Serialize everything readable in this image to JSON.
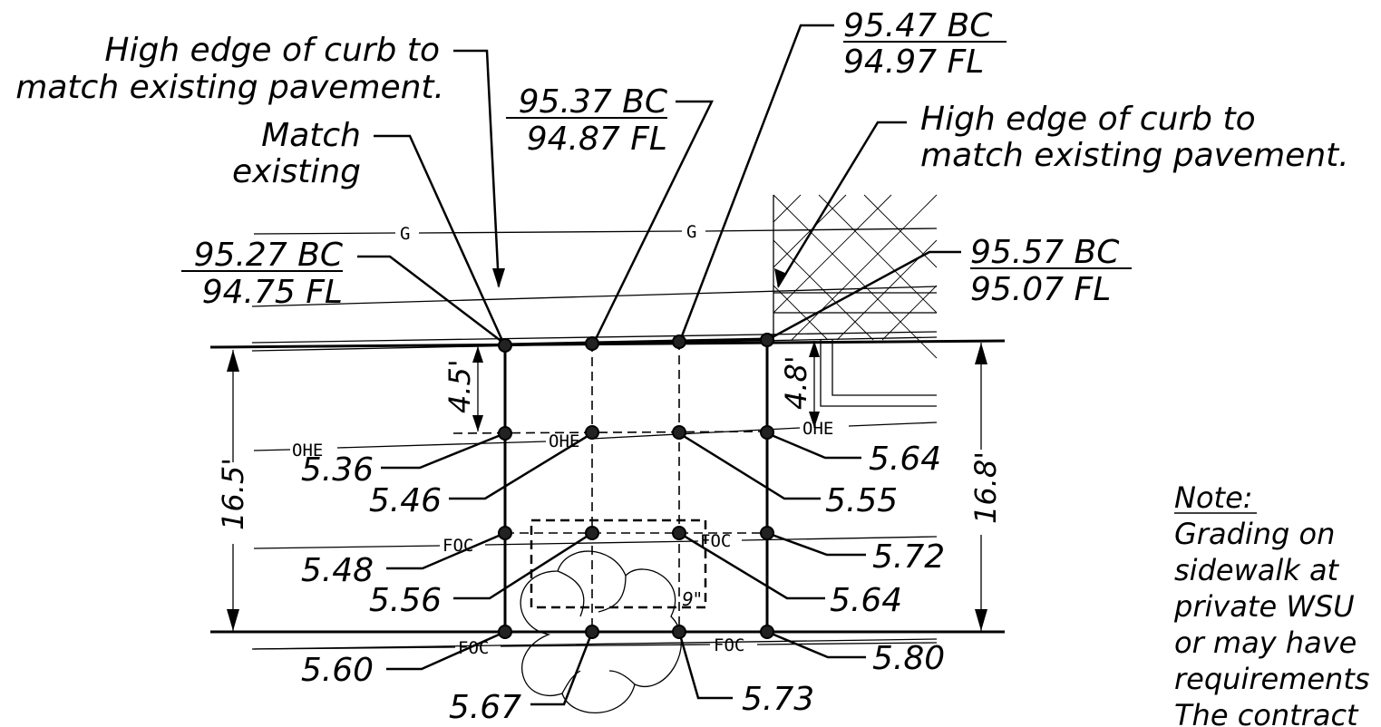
{
  "callouts": {
    "high_edge_left": [
      "High edge of curb to",
      "match existing pavement."
    ],
    "match_existing": [
      "Match",
      "existing"
    ],
    "high_edge_right": [
      "High edge of curb to",
      "match existing pavement."
    ]
  },
  "curb_labels": [
    {
      "bc": "95.27 BC",
      "fl": "94.75 FL"
    },
    {
      "bc": "95.37 BC",
      "fl": "94.87 FL"
    },
    {
      "bc": "95.47 BC",
      "fl": "94.97 FL"
    },
    {
      "bc": "95.57 BC",
      "fl": "95.07 FL"
    }
  ],
  "spot_elevations": {
    "row1": [
      "5.36",
      "5.46",
      "5.55",
      "5.64"
    ],
    "row2": [
      "5.48",
      "5.56",
      "5.64",
      "5.72"
    ],
    "row3": [
      "5.60",
      "5.67",
      "5.73",
      "5.80"
    ]
  },
  "dimensions": {
    "left_total": "16.5'",
    "left_offset": "4.5'",
    "right_total": "16.8'",
    "right_offset": "4.8'",
    "small_dim": "9\""
  },
  "utility_labels": {
    "gas": "G",
    "overhead_electric": "OHE",
    "fiber_optic": "FOC"
  },
  "note": {
    "title": "Note:",
    "lines": [
      "Grading on",
      "sidewalk at",
      "private WSU",
      "or may have",
      "requirements",
      "The contract"
    ]
  }
}
